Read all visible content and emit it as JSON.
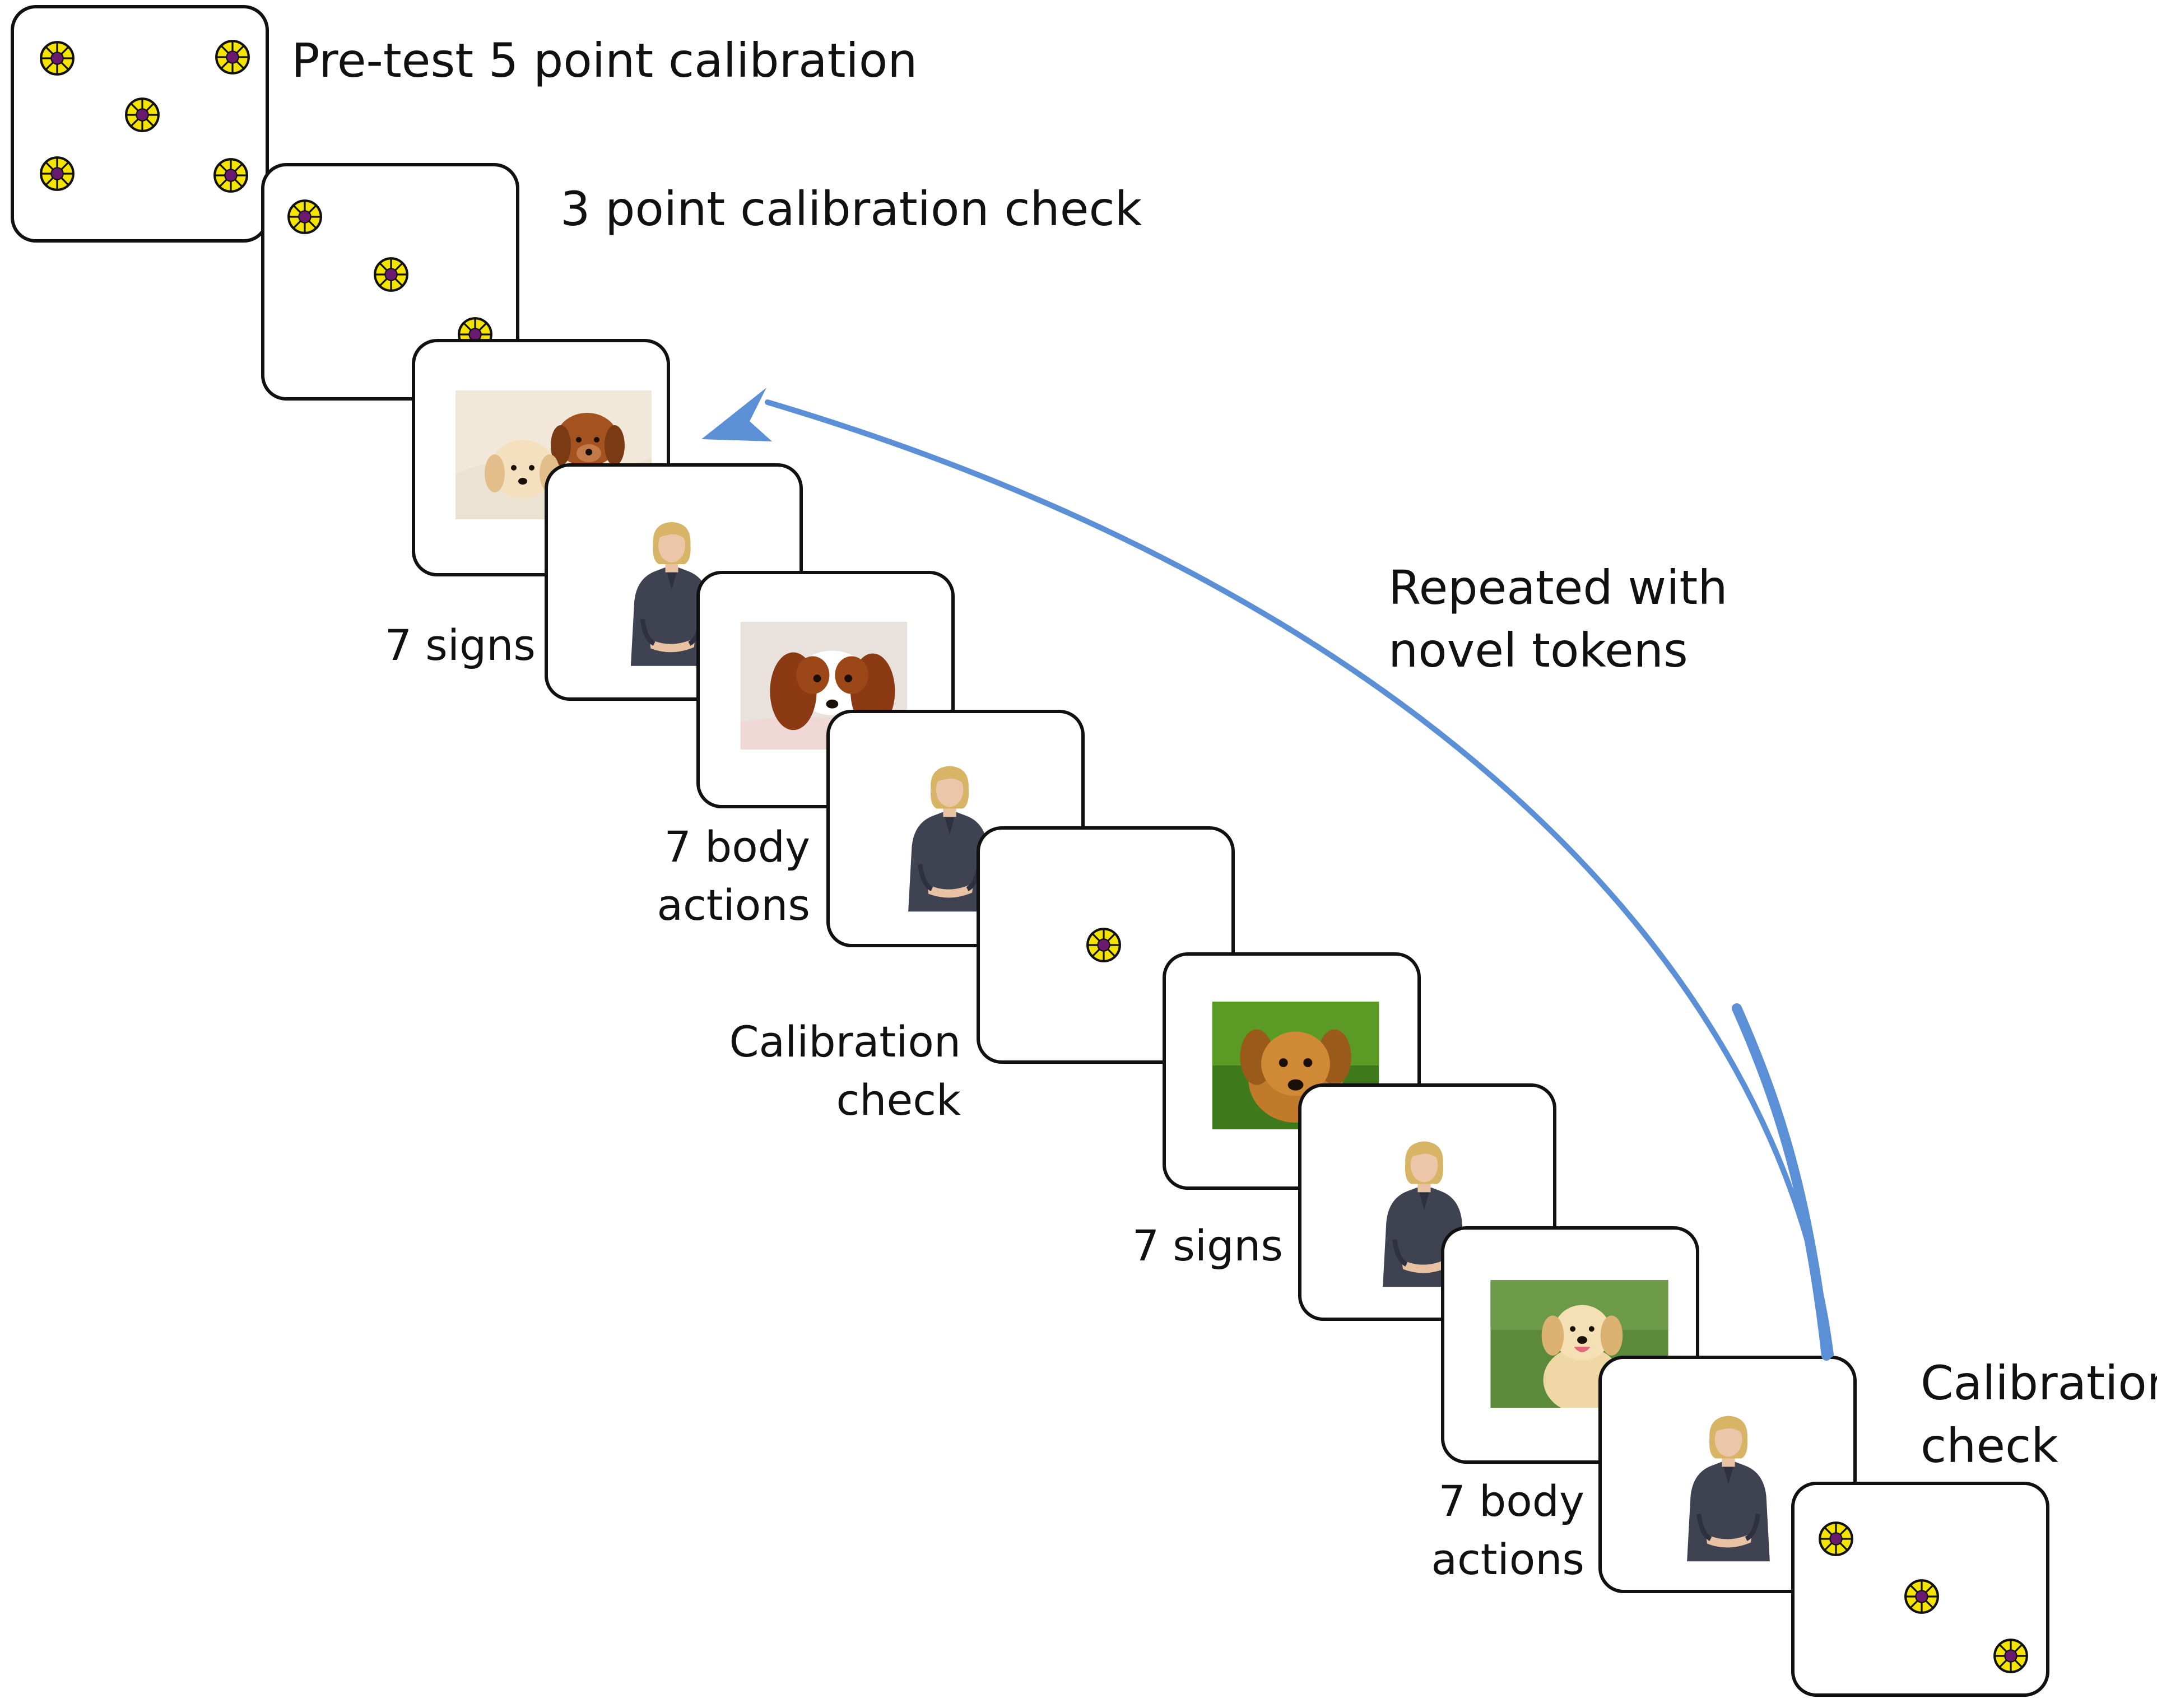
{
  "labels": {
    "pretest": "Pre-test 5 point calibration",
    "three_point": "3 point calibration check",
    "repeated_line1": "Repeated with",
    "repeated_line2": "novel tokens",
    "signs_1": "7 signs",
    "body_1_line1": "7 body",
    "body_1_line2": "actions",
    "calib_mid_line1": "Calibration",
    "calib_mid_line2": "check",
    "signs_2": "7 signs",
    "body_2_line1": "7 body",
    "body_2_line2": "actions",
    "calib_end_line1": "Calibration",
    "calib_end_line2": "check"
  },
  "colors": {
    "arrow": "#5b8fd6",
    "target_fill": "#f5e400",
    "target_center": "#6a1a6e",
    "frame_stroke": "#111111"
  },
  "icons": {
    "calibration_target": "calibration-target-icon",
    "puppy_photo": "puppy-photo",
    "signer_photo": "signer-photo"
  }
}
